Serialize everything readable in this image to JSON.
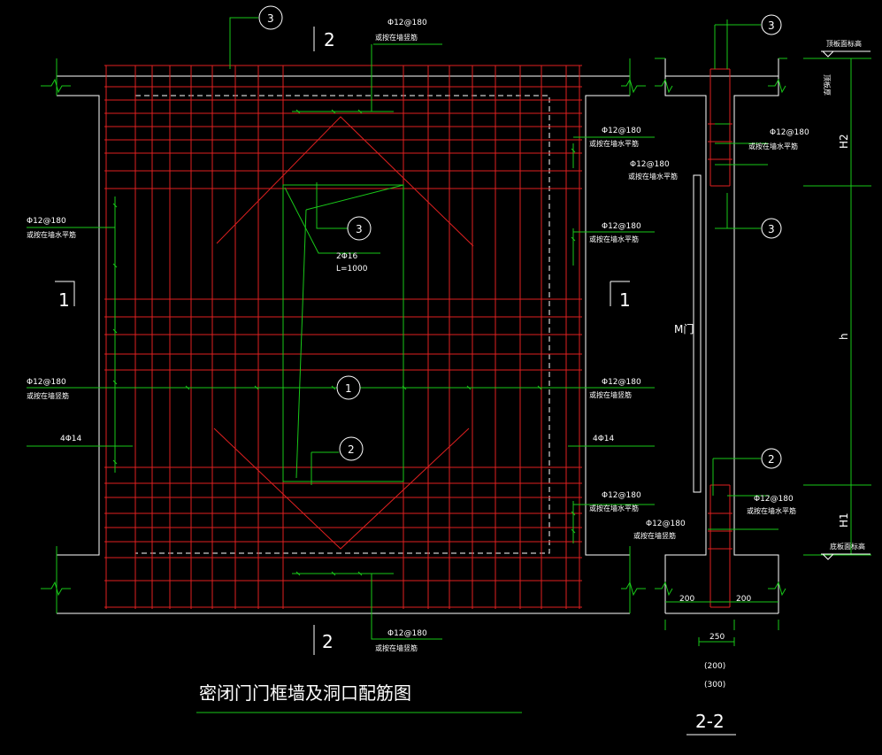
{
  "main_view": {
    "rebar_h_180": "Φ12@180",
    "note_horizontal": "或按在墙水平筋",
    "note_vertical": "或按在墙竖筋",
    "rebar_4_14": "4Φ14",
    "rebar_2_16": "2Φ16",
    "length": "L=1000",
    "marker_1": "1",
    "marker_2": "2",
    "marker_3": "3",
    "section_1": "1",
    "section_2": "2",
    "title": "密闭门门框墙及洞口配筋图"
  },
  "section_view": {
    "top_level": "顶板面标高",
    "bottom_level": "底板面标高",
    "slab_label": "顶板厚",
    "door": "M门",
    "dim_h2": "H2",
    "dim_h": "h",
    "dim_h1": "H1",
    "dim_200_left": "200",
    "dim_200_right": "200",
    "dim_250": "250",
    "dim_200_alt": "(200)",
    "dim_300_alt": "(300)",
    "title": "2-2"
  },
  "colors": {
    "background": "#000000",
    "rebar": "#e02020",
    "leader": "#19c819",
    "outline": "#ffffff"
  }
}
